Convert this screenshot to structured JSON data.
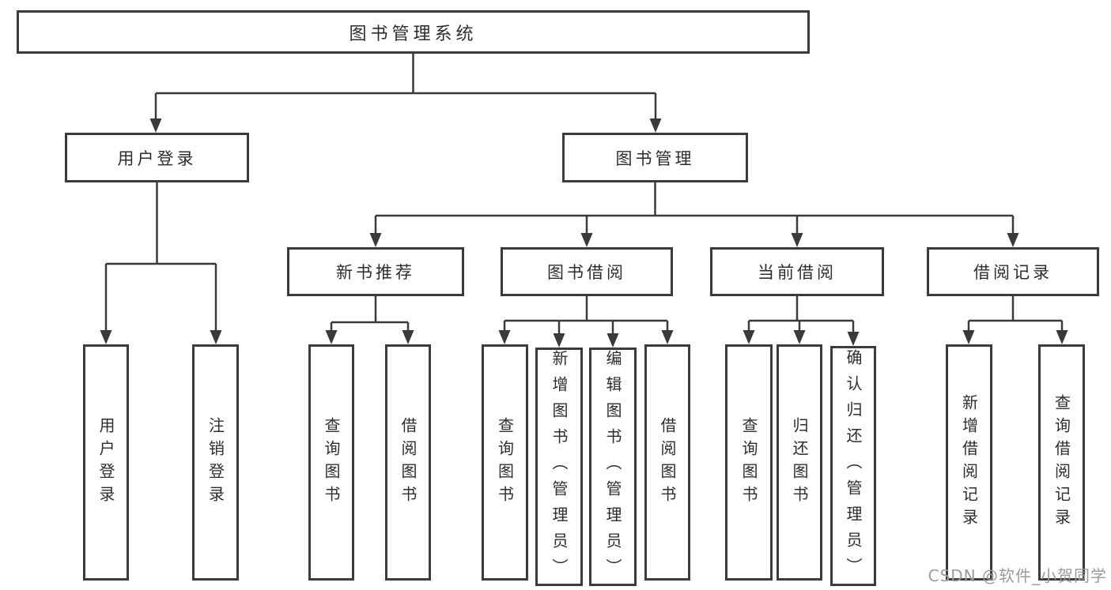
{
  "diagram": {
    "type": "hierarchy-tree",
    "title": "图书管理系统",
    "structure": {
      "图书管理系统": {
        "用户登录": [
          "用户登录",
          "注销登录"
        ],
        "图书管理": {
          "新书推荐": [
            "查询图书",
            "借阅图书"
          ],
          "图书借阅": [
            "查询图书",
            "新增图书（管理员）",
            "编辑图书（管理员）",
            "借阅图书"
          ],
          "当前借阅": [
            "查询图书",
            "归还图书",
            "确认归还（管理员）"
          ],
          "借阅记录": [
            "新增借阅记录",
            "查询借阅记录"
          ]
        }
      }
    }
  },
  "nodes": {
    "root": "图书管理系统",
    "user_login": "用户登录",
    "book_mgmt": "图书管理",
    "new_book_rec": "新书推荐",
    "book_borrow": "图书借阅",
    "current_borrow": "当前借阅",
    "borrow_records": "借阅记录",
    "leaf_user_login": "用户登录",
    "leaf_logout": "注销登录",
    "leaf_query_book_1": "查询图书",
    "leaf_borrow_book_1": "借阅图书",
    "leaf_query_book_2": "查询图书",
    "leaf_add_book_admin": "新增图书（管理员）",
    "leaf_edit_book_admin": "编辑图书（管理员）",
    "leaf_borrow_book_2": "借阅图书",
    "leaf_query_book_3": "查询图书",
    "leaf_return_book": "归还图书",
    "leaf_confirm_return_admin": "确认归还（管理员）",
    "leaf_add_borrow_record": "新增借阅记录",
    "leaf_query_borrow_record": "查询借阅记录"
  },
  "watermark": "CSDN @软件_小贺同学",
  "colors": {
    "box_border": "#3b3b3b",
    "connector_line": "#3a3a3a",
    "text": "#2d2d2d",
    "watermark": "#9b9b9b",
    "background": "#ffffff"
  }
}
